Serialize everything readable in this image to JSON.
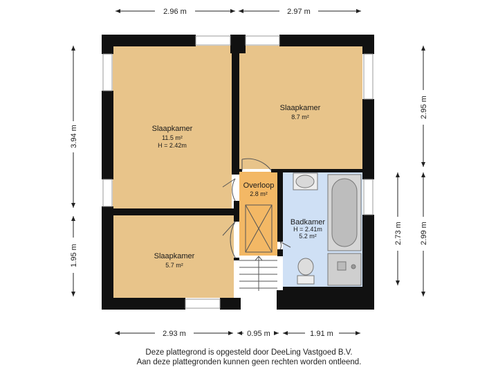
{
  "dimensions": {
    "top_left": "2.96 m",
    "top_right": "2.97 m",
    "left_upper": "3.94 m",
    "left_lower": "1.95 m",
    "right_upper": "2.95 m",
    "right_lower": "2.99 m",
    "right_inner": "2.73 m",
    "bottom_left": "2.93 m",
    "bottom_mid": "0.95 m",
    "bottom_right": "1.91 m"
  },
  "rooms": {
    "bedroom_large": {
      "name": "Slaapkamer",
      "area": "11.5 m²",
      "height": "H = 2.42m"
    },
    "bedroom_right": {
      "name": "Slaapkamer",
      "area": "8.7 m²"
    },
    "bedroom_small": {
      "name": "Slaapkamer",
      "area": "5.7 m²"
    },
    "landing": {
      "name": "Overloop",
      "area": "2.8 m²"
    },
    "bathroom": {
      "name": "Badkamer",
      "height": "H = 2.41m",
      "area": "5.2 m²"
    }
  },
  "footer": {
    "line1": "Deze plattegrond is opgesteld door DeeLing Vastgoed B.V.",
    "line2": "Aan deze plattegronden kunnen geen rechten worden ontleend."
  },
  "colors": {
    "room_fill": "#e8c48a",
    "landing_fill": "#f3b865",
    "bathroom_fill": "#cfe0f5",
    "wall": "#111111"
  }
}
